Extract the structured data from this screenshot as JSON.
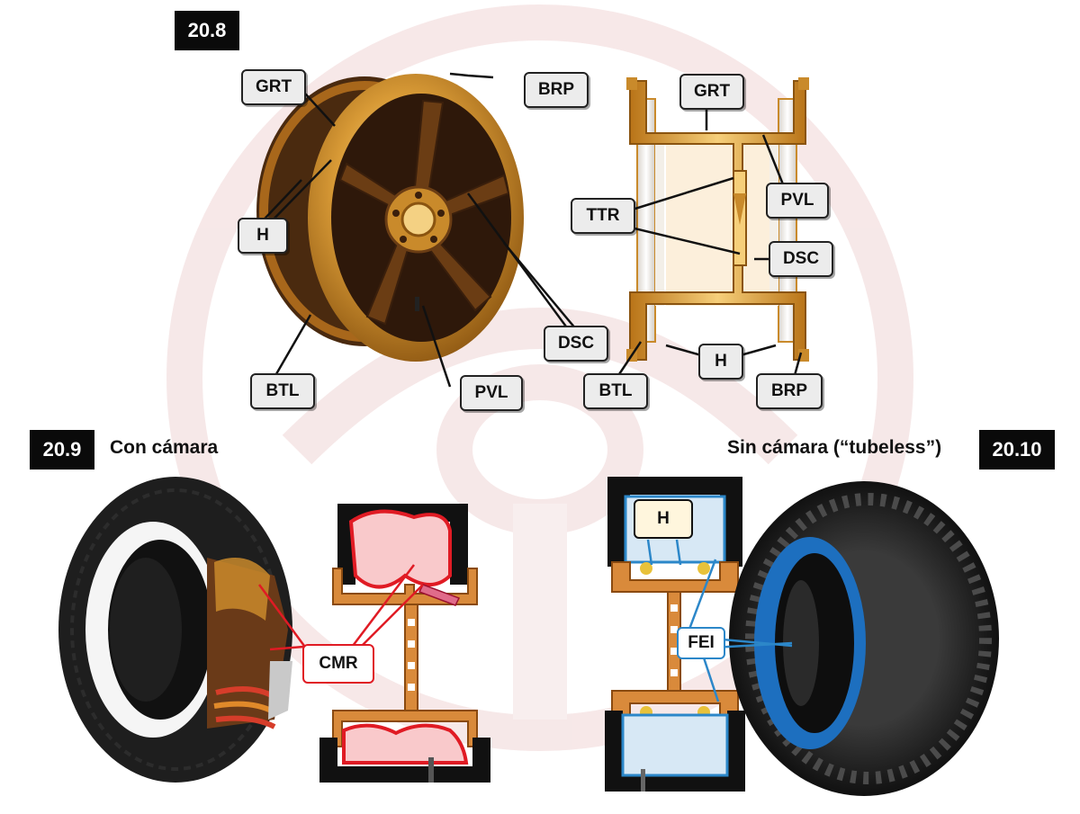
{
  "figures": {
    "f1": {
      "number": "20.8"
    },
    "f2": {
      "number": "20.9",
      "caption": "Con cámara"
    },
    "f3": {
      "number": "20.10",
      "caption": "Sin cámara (“tubeless”)"
    }
  },
  "labels": {
    "wheel_grt": "GRT",
    "wheel_brp": "BRP",
    "wheel_h": "H",
    "wheel_btl": "BTL",
    "wheel_pvl": "PVL",
    "wheel_dsc": "DSC",
    "sec_grt": "GRT",
    "sec_ttr": "TTR",
    "sec_pvl": "PVL",
    "sec_dsc": "DSC",
    "sec_btl": "BTL",
    "sec_h": "H",
    "sec_brp": "BRP",
    "tube_cmr": "CMR",
    "tl_h": "H",
    "tl_fei": "FEI"
  },
  "colors": {
    "gold": "#c98a2b",
    "gold_light": "#f2c66b",
    "wheel_dark": "#3a1f0c",
    "tube_red": "#e01b24",
    "tube_fill": "#f7c6c8",
    "liner_blue": "#2c87c9",
    "liner_fill": "#cfe3f3",
    "tire_dark": "#1c1c1c",
    "watermark": "#f3dede"
  }
}
